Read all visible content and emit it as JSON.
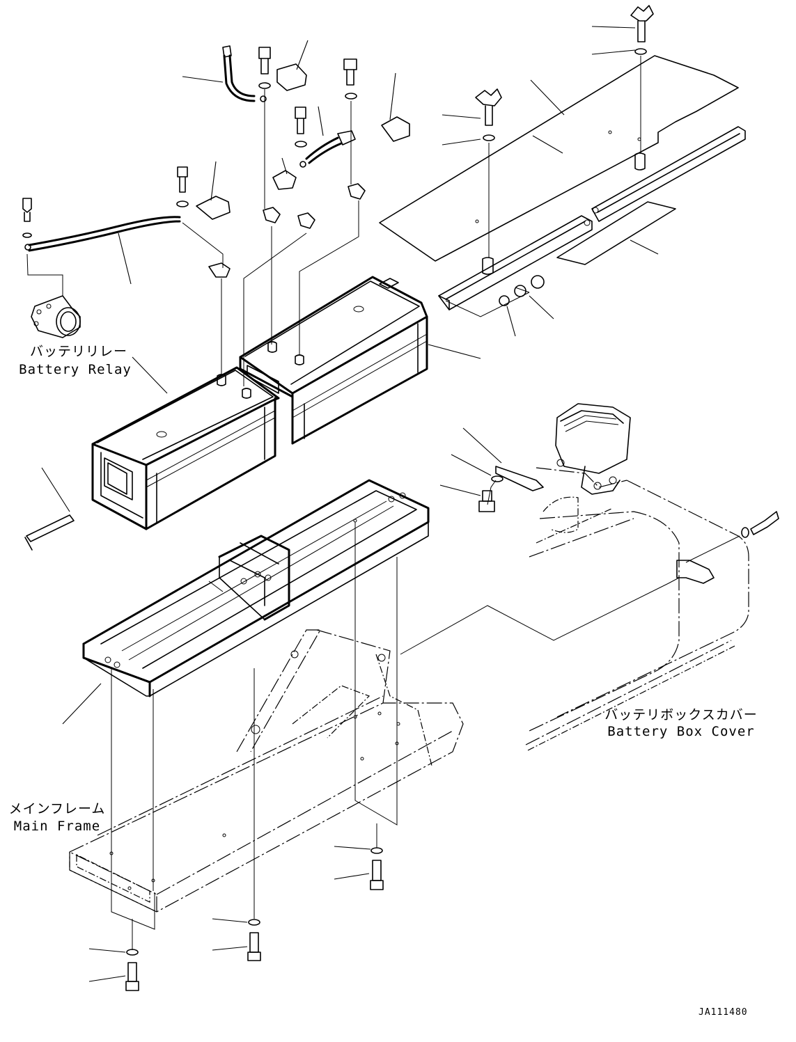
{
  "labels": {
    "battery_relay_jp": "バッテリリレー",
    "battery_relay_en": "Battery Relay",
    "battery_box_cover_jp": "バッテリボックスカバー",
    "battery_box_cover_en": "Battery Box Cover",
    "main_frame_jp": "メインフレーム",
    "main_frame_en": "Main Frame"
  },
  "document_id": "JA111480"
}
